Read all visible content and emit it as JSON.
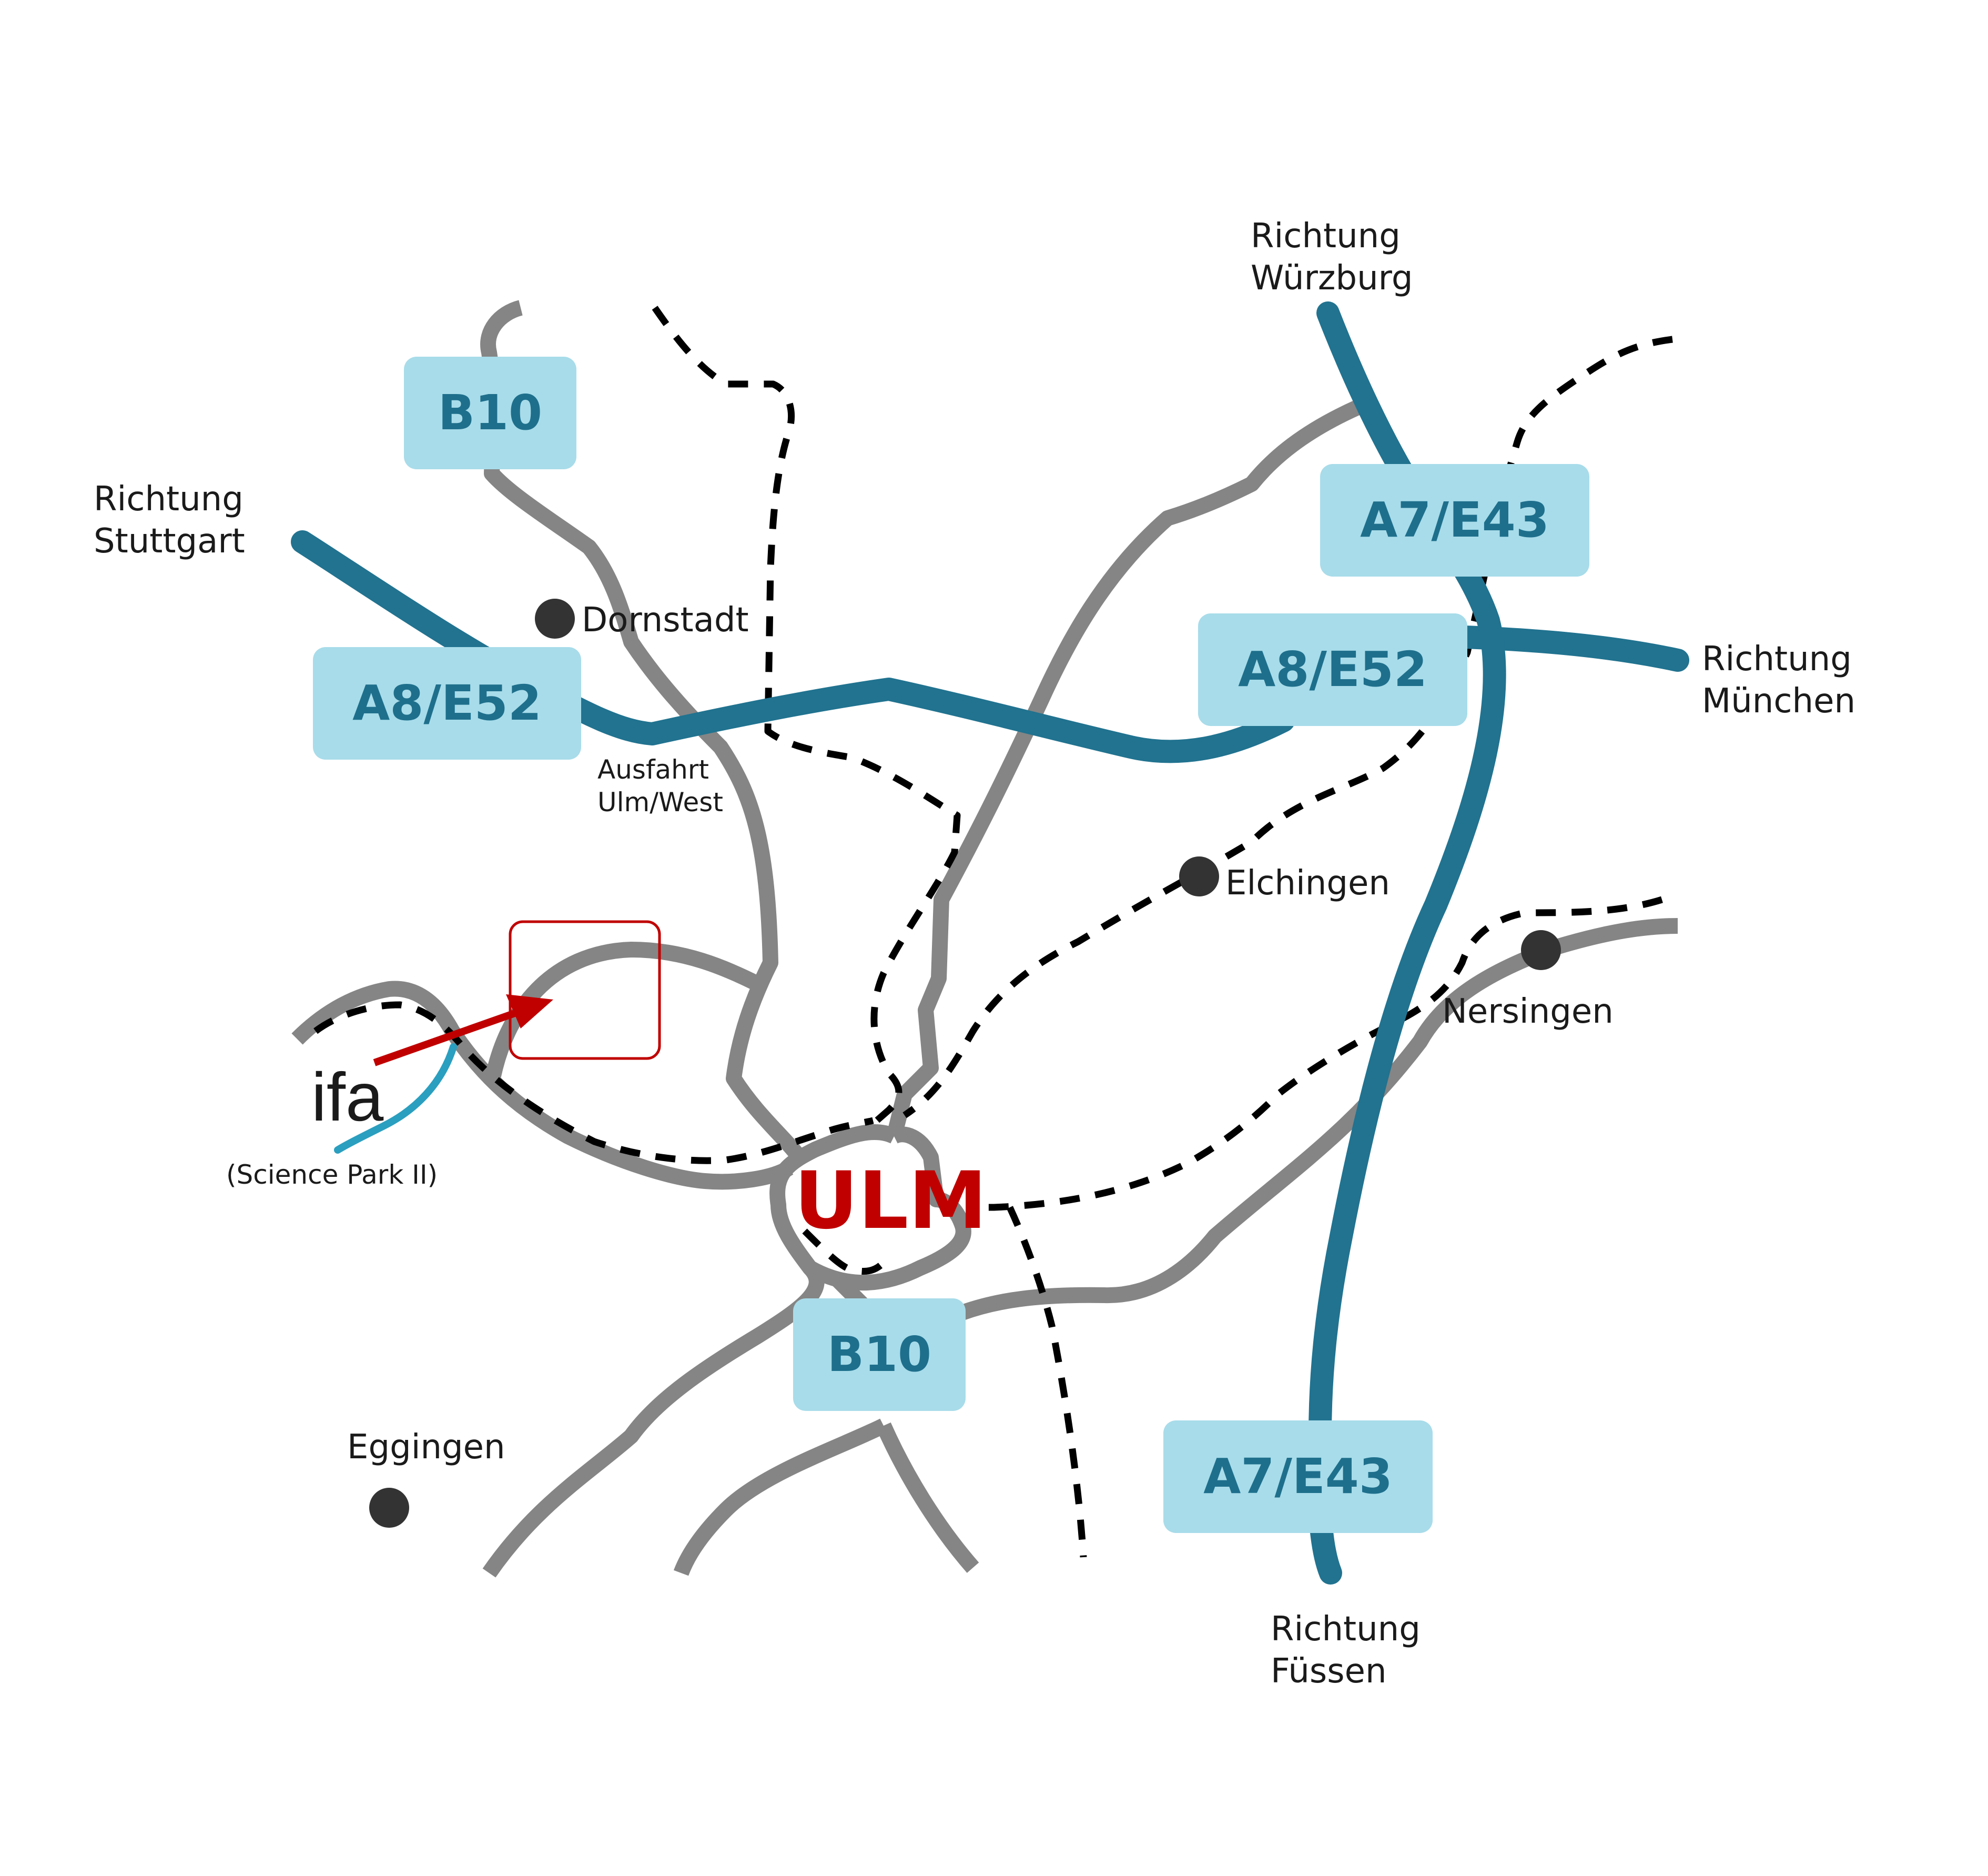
{
  "city": {
    "name": "ULM",
    "color": "#c00000"
  },
  "colors": {
    "motorway": "#217390",
    "federal_road": "#858585",
    "railway": "#000000",
    "shield_fill": "#a8dcea",
    "shield_text": "#1e6f8c",
    "marker": "#c00000",
    "logo_swoosh": "#2a9fbf"
  },
  "shields": {
    "b10_north": "B10",
    "b10_south": "B10",
    "a8_west": "A8/E52",
    "a8_east": "A8/E52",
    "a7_north": "A7/E43",
    "a7_south": "A7/E43"
  },
  "directions": {
    "stuttgart": {
      "line1": "Richtung",
      "line2": "Stuttgart"
    },
    "wuerzburg": {
      "line1": "Richtung",
      "line2": "Würzburg"
    },
    "muenchen": {
      "line1": "Richtung",
      "line2": "München"
    },
    "fuessen": {
      "line1": "Richtung",
      "line2": "Füssen"
    }
  },
  "places": {
    "dornstadt": "Dornstadt",
    "elchingen": "Elchingen",
    "nersingen": "Nersingen",
    "eggingen": "Eggingen"
  },
  "exit": {
    "line1": "Ausfahrt",
    "line2": "Ulm/West"
  },
  "ifa": {
    "logo_text": "ifa",
    "caption": "(Science Park II)",
    "marker_icon": "highlight-box-icon",
    "arrow_icon": "red-arrow-icon"
  }
}
